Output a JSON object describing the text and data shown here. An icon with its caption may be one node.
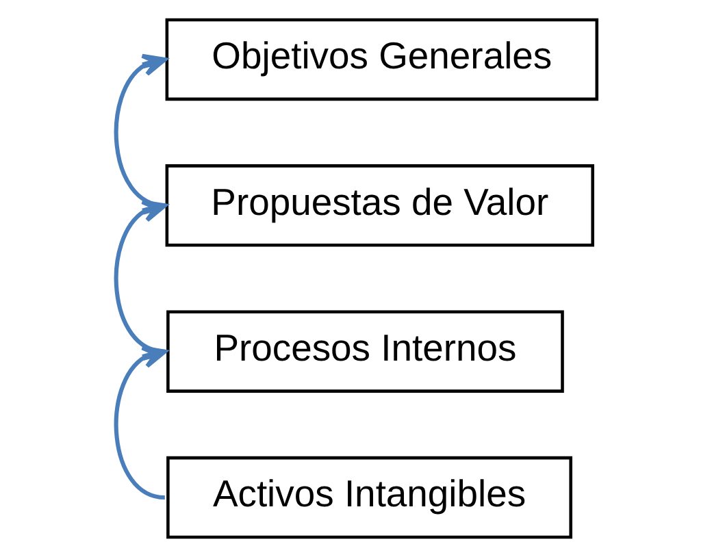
{
  "diagram": {
    "nodes": [
      {
        "text": [
          "Objetivos Generales"
        ]
      },
      {
        "text": [
          "Propuestas de Valor"
        ]
      },
      {
        "text": [
          "Procesos Internos"
        ]
      },
      {
        "text": [
          "Activos Intangibles"
        ]
      }
    ],
    "edges": [
      {
        "from": 3,
        "to": 2,
        "arrow": "to"
      },
      {
        "from": 2,
        "to": 1,
        "arrow": "to"
      },
      {
        "from": 1,
        "to": 0,
        "arrow": "to"
      }
    ]
  }
}
